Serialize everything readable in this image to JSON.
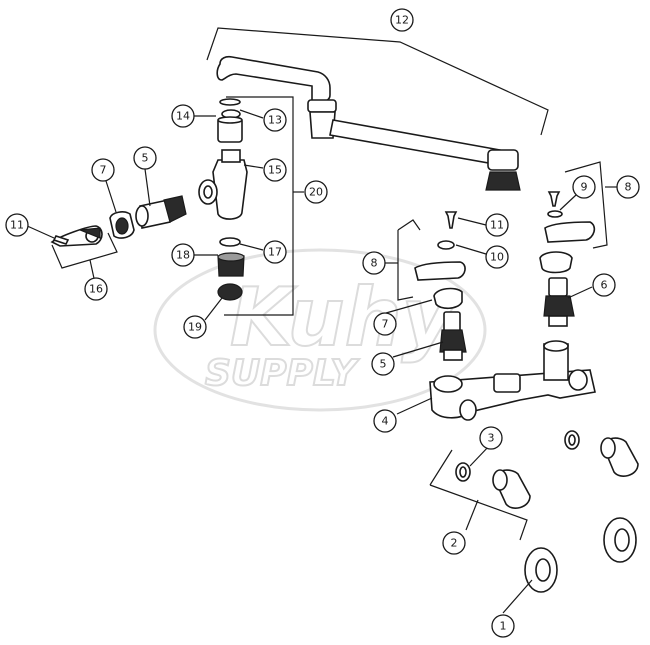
{
  "watermark": {
    "line1": "Kuhy",
    "line2": "SUPPLY"
  },
  "callouts": [
    "1",
    "2",
    "3",
    "4",
    "5",
    "5",
    "6",
    "7",
    "7",
    "8",
    "8",
    "9",
    "10",
    "11",
    "11",
    "12",
    "13",
    "14",
    "15",
    "16",
    "17",
    "18",
    "19",
    "20"
  ]
}
